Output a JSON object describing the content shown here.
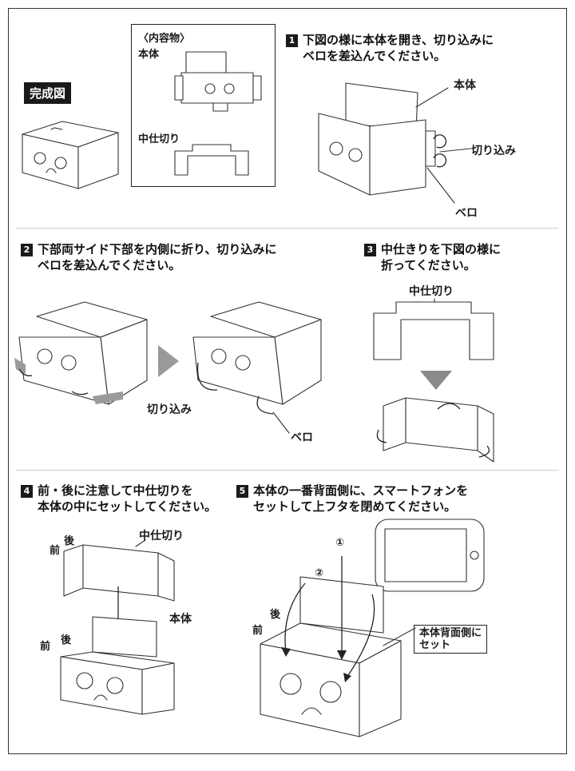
{
  "completed_badge": "完成図",
  "contents": {
    "title": "〈内容物〉",
    "item_body": "本体",
    "item_divider": "中仕切り"
  },
  "steps": [
    {
      "num": "1",
      "line1": "下図の様に本体を開き、切り込みに",
      "line2": "ベロを差込んでください。"
    },
    {
      "num": "2",
      "line1": "下部両サイド下部を内側に折り、切り込みに",
      "line2": "ベロを差込んでください。"
    },
    {
      "num": "3",
      "line1": "中仕きりを下図の様に",
      "line2": "折ってください。"
    },
    {
      "num": "4",
      "line1": "前・後に注意して中仕切りを",
      "line2": "本体の中にセットしてください。"
    },
    {
      "num": "5",
      "line1": "本体の一番背面側に、スマートフォンを",
      "line2": "セットして上フタを閉めてください。"
    }
  ],
  "callouts": {
    "s1_body": "本体",
    "s1_slit": "切り込み",
    "s1_tab": "ベロ",
    "s2_slit": "切り込み",
    "s2_tab": "ベロ",
    "s3_divider": "中仕切り",
    "s4_front_top": "前",
    "s4_back_top": "後",
    "s4_divider": "中仕切り",
    "s4_front_bottom": "前",
    "s4_back_bottom": "後",
    "s4_body": "本体",
    "s5_circle1": "①",
    "s5_circle2_left": "②",
    "s5_circle2_right": "②",
    "s5_back": "後",
    "s5_front": "前",
    "s5_set_line1": "本体背面側に",
    "s5_set_line2": "セット"
  },
  "colors": {
    "ink": "#1a1a1a",
    "divider": "#cfcfcf",
    "shade": "#9a9a9a"
  }
}
